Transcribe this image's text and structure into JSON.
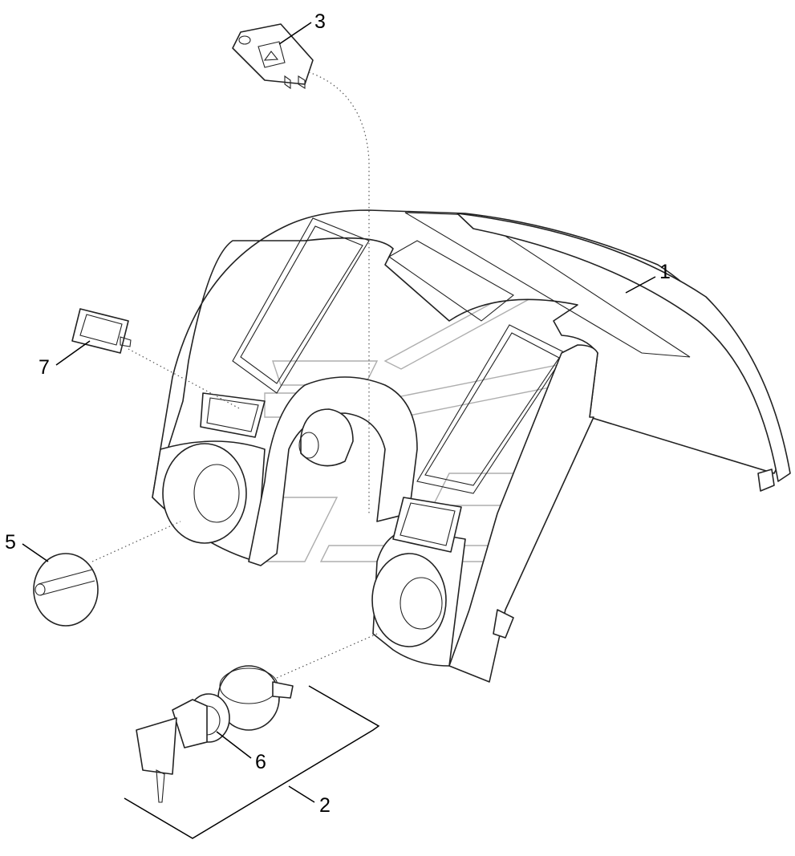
{
  "callouts": [
    {
      "id": "1",
      "label": "1"
    },
    {
      "id": "2",
      "label": "2"
    },
    {
      "id": "3",
      "label": "3"
    },
    {
      "id": "5",
      "label": "5"
    },
    {
      "id": "6",
      "label": "6"
    },
    {
      "id": "7",
      "label": "7"
    }
  ],
  "colors": {
    "line": "#222222",
    "background": "#ffffff",
    "watermark": "#6b6b6b"
  }
}
